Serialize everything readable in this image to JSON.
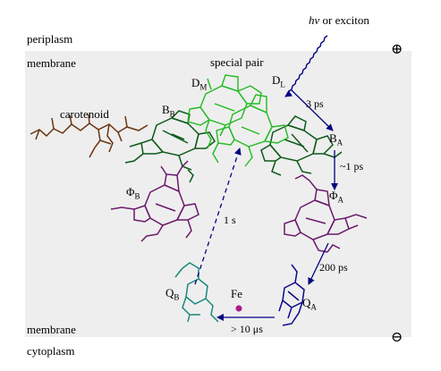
{
  "regions": {
    "periplasm": "periplasm",
    "membrane_top": "membrane",
    "membrane_bottom": "membrane",
    "cytoplasm": "cytoplasm"
  },
  "charges": {
    "top": "⊕",
    "bottom": "⊖"
  },
  "excitation": {
    "symbol": "hν",
    "text": " or exciton"
  },
  "components": {
    "special_pair": "special pair",
    "dm": "D",
    "dm_sub": "M",
    "dl": "D",
    "dl_sub": "L",
    "carotenoid": "carotenoid",
    "bb": "B",
    "bb_sub": "B",
    "ba": "B",
    "ba_sub": "A",
    "phib": "Φ",
    "phib_sub": "B",
    "phia": "Φ",
    "phia_sub": "A",
    "qb": "Q",
    "qb_sub": "B",
    "qa": "Q",
    "qa_sub": "A",
    "fe": "Fe"
  },
  "times": {
    "t1": "3 ps",
    "t2": "~1 ps",
    "t3": "200 ps",
    "t4": "> 10 μs",
    "t5": "1 s"
  },
  "colors": {
    "membrane": "#eeeeee",
    "special_pair": "#22bb22",
    "bchl": "#0d5a1a",
    "carotenoid": "#6a3410",
    "pheo": "#6a1a6a",
    "qb": "#1a8a7a",
    "qa": "#0a0a8a",
    "fe": "#aa1a8a",
    "arrow": "#000080"
  }
}
